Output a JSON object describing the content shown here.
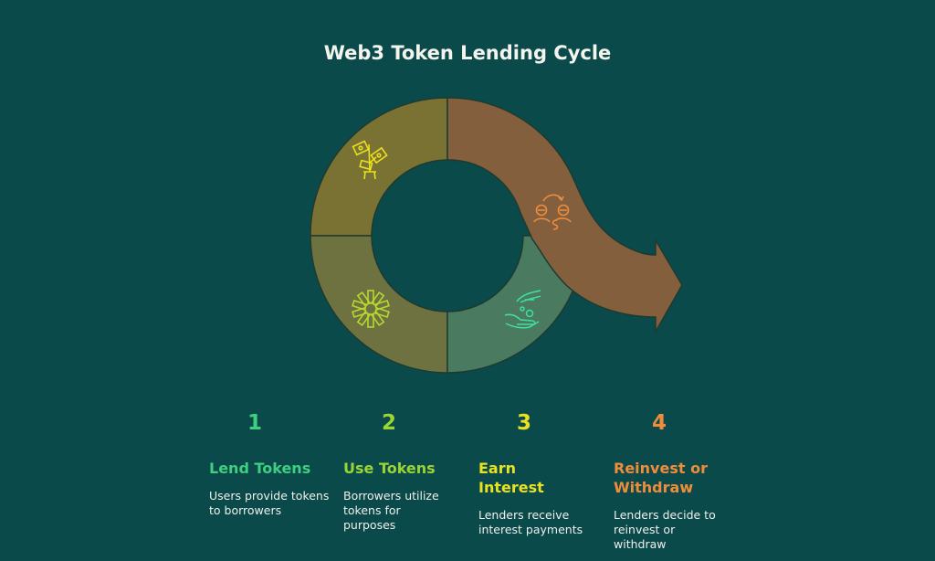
{
  "title": "Web3 Token Lending Cycle",
  "colors": {
    "background": "#0b4a4b",
    "lend": "#3ecf80",
    "use": "#9bd534",
    "earn": "#e9e220",
    "reinvest": "#f08d3b",
    "segment_lend": "#7a7233",
    "segment_use": "#6e7240",
    "segment_earn": "#4a7a60",
    "segment_reinvest": "#835f3d"
  },
  "icons": [
    "money-plant-icon",
    "asterisk-burst-icon",
    "hand-coins-icon",
    "people-exchange-icon"
  ],
  "steps": [
    {
      "number": "1",
      "title": "Lend Tokens",
      "description": "Users provide tokens to borrowers"
    },
    {
      "number": "2",
      "title": "Use Tokens",
      "description": "Borrowers utilize tokens for purposes"
    },
    {
      "number": "3",
      "title": "Earn Interest",
      "description": "Lenders receive interest payments"
    },
    {
      "number": "4",
      "title": "Reinvest or Withdraw",
      "description": "Lenders decide to reinvest or withdraw"
    }
  ]
}
